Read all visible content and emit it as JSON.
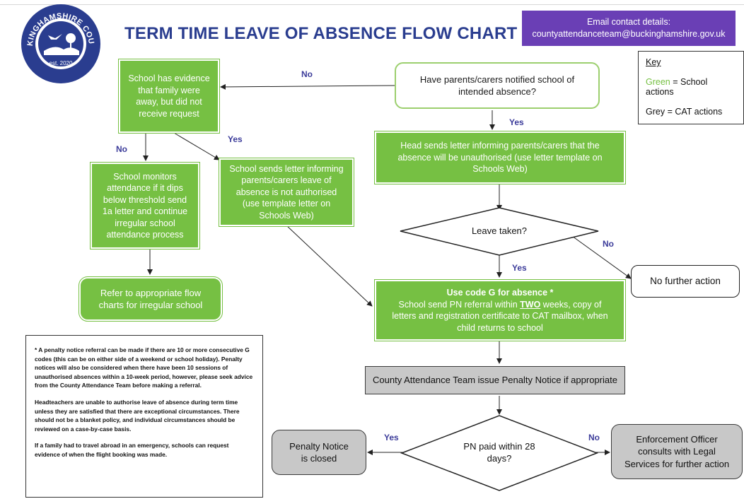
{
  "header": {
    "title": "TERM TIME LEAVE OF ABSENCE FLOW CHART",
    "logo_text": "BUCKINGHAMSHIRE COUNCIL",
    "logo_est": "est. 2020",
    "email_label": "Email contact details:",
    "email_address": "countyattendanceteam@buckinghamshire.gov.uk"
  },
  "key": {
    "title": "Key",
    "green_word": "Green",
    "green_rest": " = School actions",
    "grey_word": "Grey",
    "grey_rest": " = CAT actions"
  },
  "nodes": {
    "q_notified": "Have parents/carers notified school of intended absence?",
    "evidence": "School has evidence that family were away, but did not receive request",
    "monitors": "School monitors attendance if it dips below threshold send 1a letter and continue irregular school attendance process",
    "sends_letter": "School sends letter informing parents/carers leave of absence is not authorised (use template letter on Schools Web)",
    "refer": "Refer to appropriate flow charts for irregular school",
    "head_letter": "Head sends letter informing parents/carers that the absence will be unauthorised (use letter template on Schools Web)",
    "leave_taken": "Leave taken?",
    "no_further": "No further action",
    "code_g_title": "Use code G for absence *",
    "code_g_part1": "School send PN referral within ",
    "code_g_two": "TWO",
    "code_g_part2": " weeks, copy of letters and registration certificate to CAT mailbox, when child returns to school",
    "cat_issue": "County Attendance Team issue Penalty Notice if appropriate",
    "pn_paid": "PN paid within 28 days?",
    "pn_closed": "Penalty Notice is closed",
    "enforcement": "Enforcement Officer consults with Legal Services for further action"
  },
  "edge_labels": {
    "no_top": "No",
    "yes_notified": "Yes",
    "no_evidence": "No",
    "yes_evidence": "Yes",
    "no_leave": "No",
    "yes_leave": "Yes",
    "yes_paid": "Yes",
    "no_paid": "No"
  },
  "notes": {
    "p1": "* A penalty notice referral can be made if there are 10 or more consecutive G codes (this can be on either side of a weekend or school holiday). Penalty notices will also be considered when there have been 10 sessions of unauthorised absences within a 10-week period, however, please seek advice from the County Attendance Team before making a referral.",
    "p2": "Headteachers are unable to authorise leave of absence during term time unless they are satisfied that there are exceptional circumstances. There should not be a blanket policy, and individual circumstances should be reviewed on a case-by-case basis.",
    "p3": "If a family had to travel abroad in an emergency, schools can request evidence of when the flight booking was made."
  },
  "colors": {
    "school_green": "#76c043",
    "cat_grey": "#c8c8c8",
    "title_blue": "#2a3d8f",
    "email_purple": "#6a3fb5",
    "label_blue": "#3c3c9a"
  }
}
